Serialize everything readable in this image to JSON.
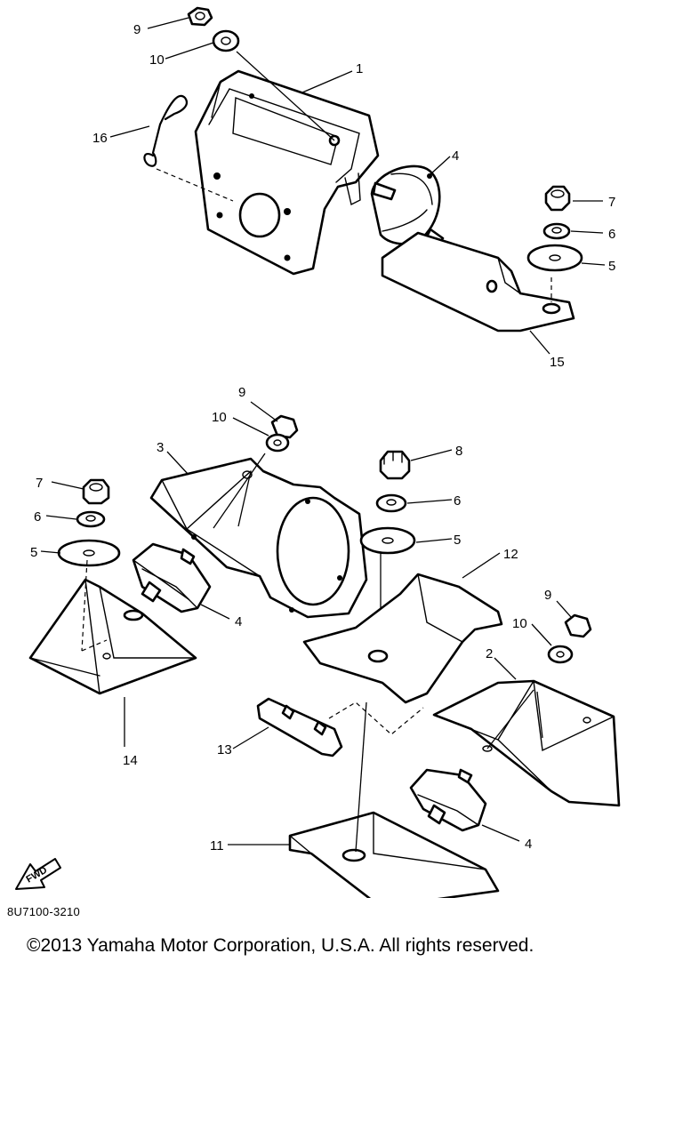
{
  "diagram_code": "8U7100-3210",
  "copyright": "©2013 Yamaha Motor Corporation, U.S.A. All rights reserved.",
  "fwd_label": "FWD",
  "callouts": {
    "c1": "1",
    "c2": "2",
    "c3": "3",
    "c4a": "4",
    "c4b": "4",
    "c4c": "4",
    "c5a": "5",
    "c5b": "5",
    "c5c": "5",
    "c6a": "6",
    "c6b": "6",
    "c6c": "6",
    "c7a": "7",
    "c7b": "7",
    "c8": "8",
    "c9a": "9",
    "c9b": "9",
    "c9c": "9",
    "c10a": "10",
    "c10b": "10",
    "c10c": "10",
    "c11": "11",
    "c12": "12",
    "c13": "13",
    "c14": "14",
    "c15": "15",
    "c16": "16"
  }
}
